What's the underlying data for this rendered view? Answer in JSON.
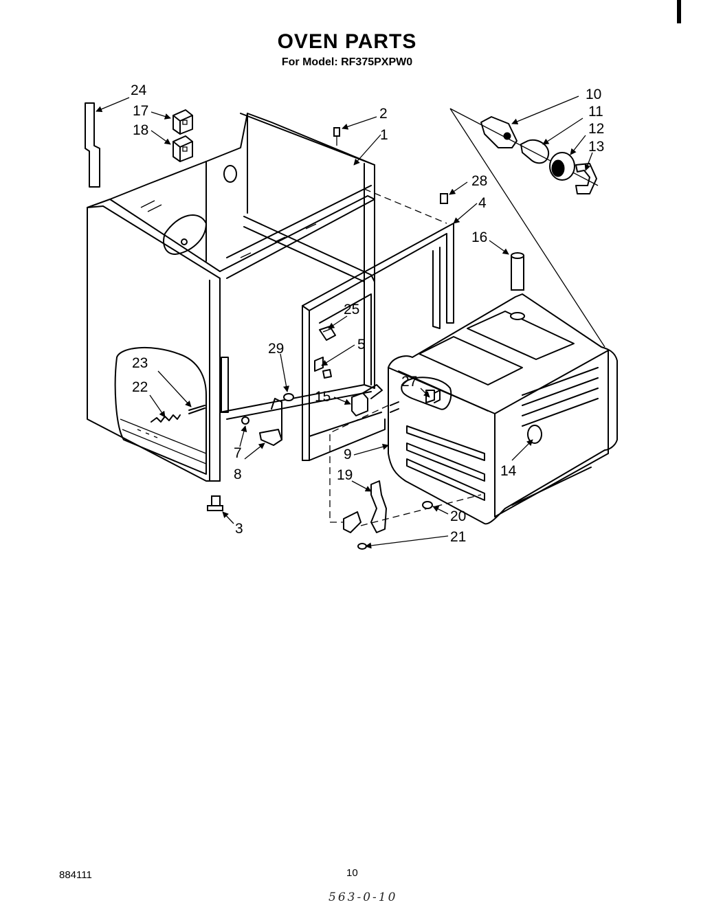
{
  "header": {
    "title": "OVEN PARTS",
    "subtitle": "For Model: RF375PXPW0"
  },
  "footer": {
    "doc_number": "884111",
    "page_number": "10",
    "handwritten_note": "563-0-10"
  },
  "callouts": {
    "c1": "1",
    "c2": "2",
    "c3": "3",
    "c4": "4",
    "c5": "5",
    "c7": "7",
    "c8": "8",
    "c9": "9",
    "c10": "10",
    "c11": "11",
    "c12": "12",
    "c13": "13",
    "c14": "14",
    "c15": "15",
    "c16": "16",
    "c17": "17",
    "c18": "18",
    "c19": "19",
    "c20": "20",
    "c21": "21",
    "c22": "22",
    "c23": "23",
    "c24": "24",
    "c25": "25",
    "c27": "27",
    "c28": "28",
    "c29": "29"
  }
}
